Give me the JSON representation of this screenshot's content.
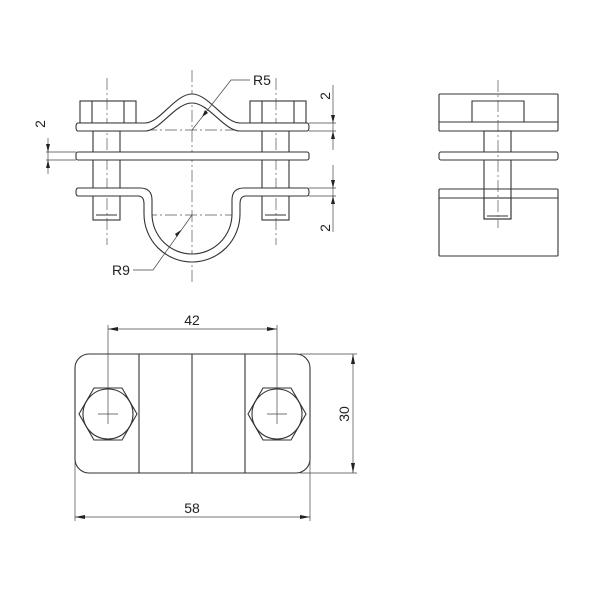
{
  "drawing": {
    "front_view": {
      "radius_top": "R5",
      "radius_bottom": "R9",
      "thickness_left": "2",
      "thickness_right_top": "2",
      "thickness_right_bottom": "2"
    },
    "plan_view": {
      "bolt_spacing": "42",
      "overall_length": "58",
      "overall_width": "30"
    }
  }
}
